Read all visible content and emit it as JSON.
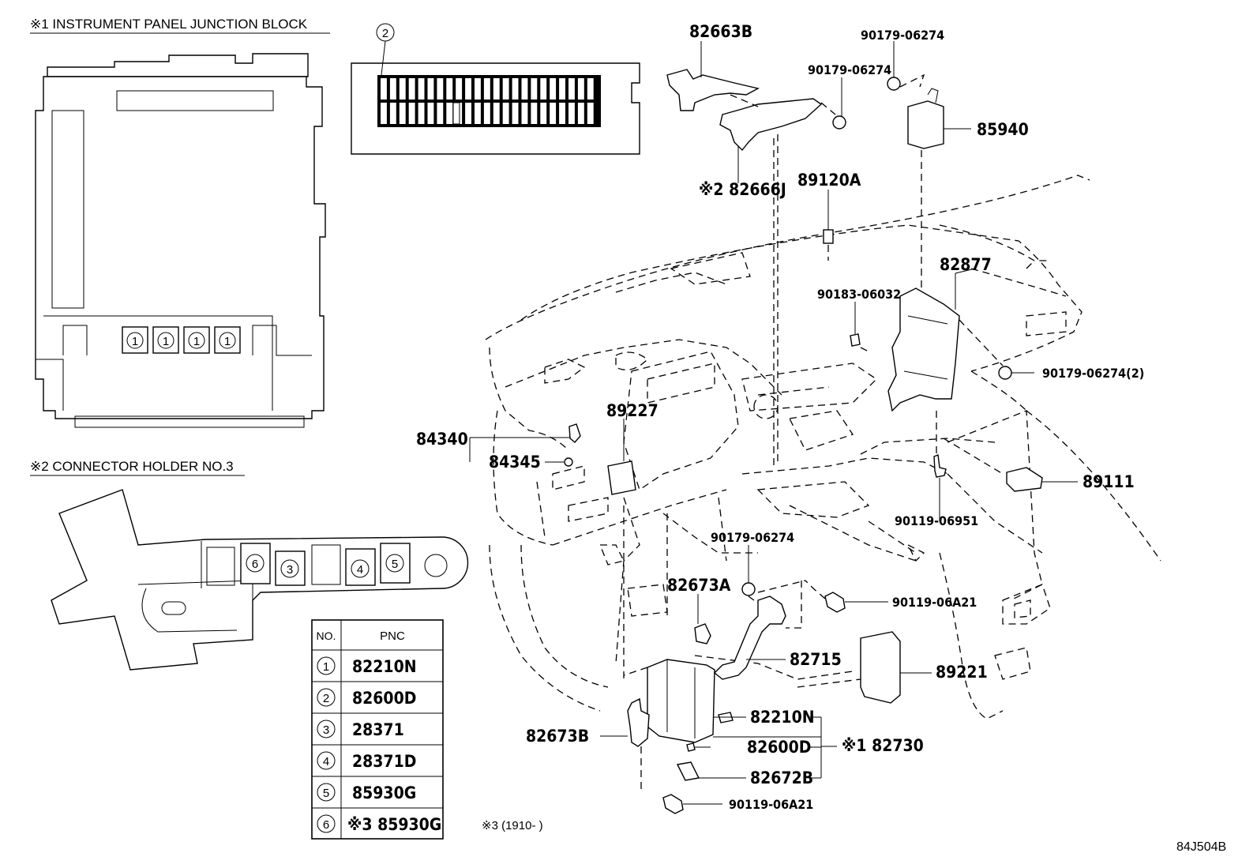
{
  "sections": {
    "junction_block_title": "※1 INSTRUMENT PANEL JUNCTION BLOCK",
    "connector_holder_title": "※2 CONNECTOR HOLDER NO.3"
  },
  "callouts": {
    "c1": "1",
    "c2": "2",
    "c3": "3",
    "c4": "4",
    "c5": "5",
    "c6": "6"
  },
  "pnc_table": {
    "header_no": "NO.",
    "header_pnc": "PNC",
    "rows": [
      {
        "no": "1",
        "pnc": "82210N"
      },
      {
        "no": "2",
        "pnc": "82600D"
      },
      {
        "no": "3",
        "pnc": "28371"
      },
      {
        "no": "4",
        "pnc": "28371D"
      },
      {
        "no": "5",
        "pnc": "85930G"
      },
      {
        "no": "6",
        "pnc": "※3 85930G"
      }
    ]
  },
  "footnote": "※3 (1910-     )",
  "diagram_code": "84J504B",
  "part_labels": {
    "p82663B": "82663B",
    "p82666J": "※2 82666J",
    "p90179_a": "90179-06274",
    "p90179_b": "90179-06274",
    "p85940": "85940",
    "p89120A": "89120A",
    "p82877": "82877",
    "p90183": "90183-06032",
    "p90179_2": "90179-06274(2)",
    "p89227": "89227",
    "p84340": "84340",
    "p84345": "84345",
    "p89111": "89111",
    "p90119_06951": "90119-06951",
    "p90179_c": "90179-06274",
    "p82673A": "82673A",
    "p90119_06A21_a": "90119-06A21",
    "p82715": "82715",
    "p89221": "89221",
    "p82210N": "82210N",
    "p82730": "※1 82730",
    "p82600D": "82600D",
    "p82673B": "82673B",
    "p82672B": "82672B",
    "p90119_06A21_b": "90119-06A21"
  }
}
